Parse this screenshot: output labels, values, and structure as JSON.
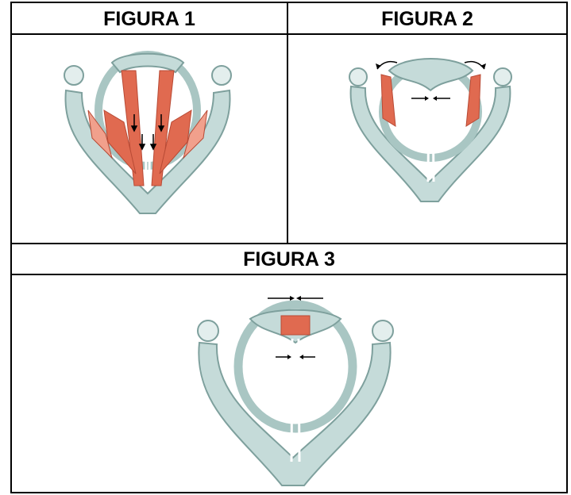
{
  "figures": [
    {
      "label": "FIGURA 1"
    },
    {
      "label": "FIGURA 2"
    },
    {
      "label": "FIGURA 3"
    }
  ],
  "colors": {
    "cartilage": "#c5dbd9",
    "cartilage_dark": "#7ea09d",
    "muscle": "#e06a50",
    "muscle_light": "#f1a08c",
    "arrow": "#000000"
  }
}
